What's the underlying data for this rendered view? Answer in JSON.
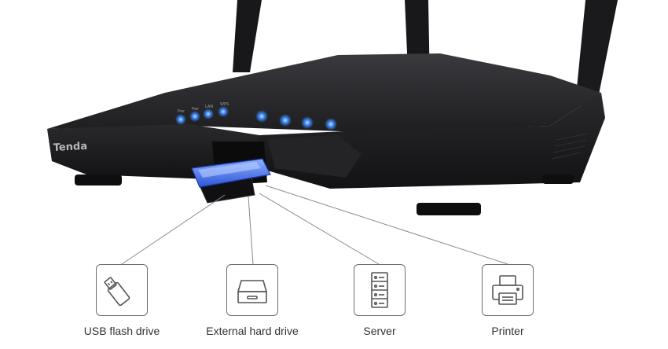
{
  "brand_logo": "Tenda",
  "router_labels": [
    "Pwr",
    "Pwr",
    "LAN",
    "WPS"
  ],
  "devices": [
    {
      "label": "USB flash drive",
      "icon": "usb-flash-drive-icon"
    },
    {
      "label": "External hard drive",
      "icon": "external-hard-drive-icon"
    },
    {
      "label": "Server",
      "icon": "server-icon"
    },
    {
      "label": "Printer",
      "icon": "printer-icon"
    }
  ],
  "colors": {
    "led": "#3b8bff",
    "router_body": "#1b1b1d",
    "usb_drive": "#4a7dff",
    "line": "#8a8a8a"
  }
}
